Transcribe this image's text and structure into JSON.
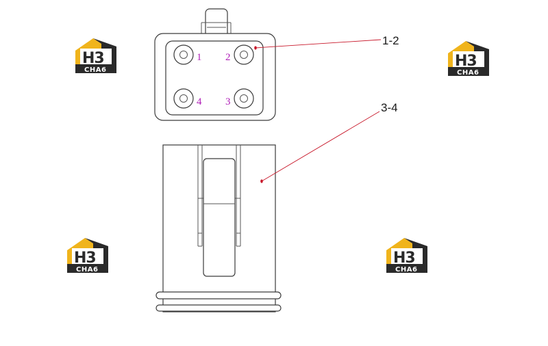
{
  "callouts": {
    "top": "1-2",
    "bottom": "3-4"
  },
  "hole_numbers": [
    "1",
    "2",
    "3",
    "4"
  ],
  "logo": {
    "letters": "H3",
    "subtext": "CHA6"
  },
  "colors": {
    "leader": "#c8182a",
    "hole_number": "#b020b8",
    "logo_gold": "#f0b41c",
    "logo_dark": "#2a2a2a"
  }
}
